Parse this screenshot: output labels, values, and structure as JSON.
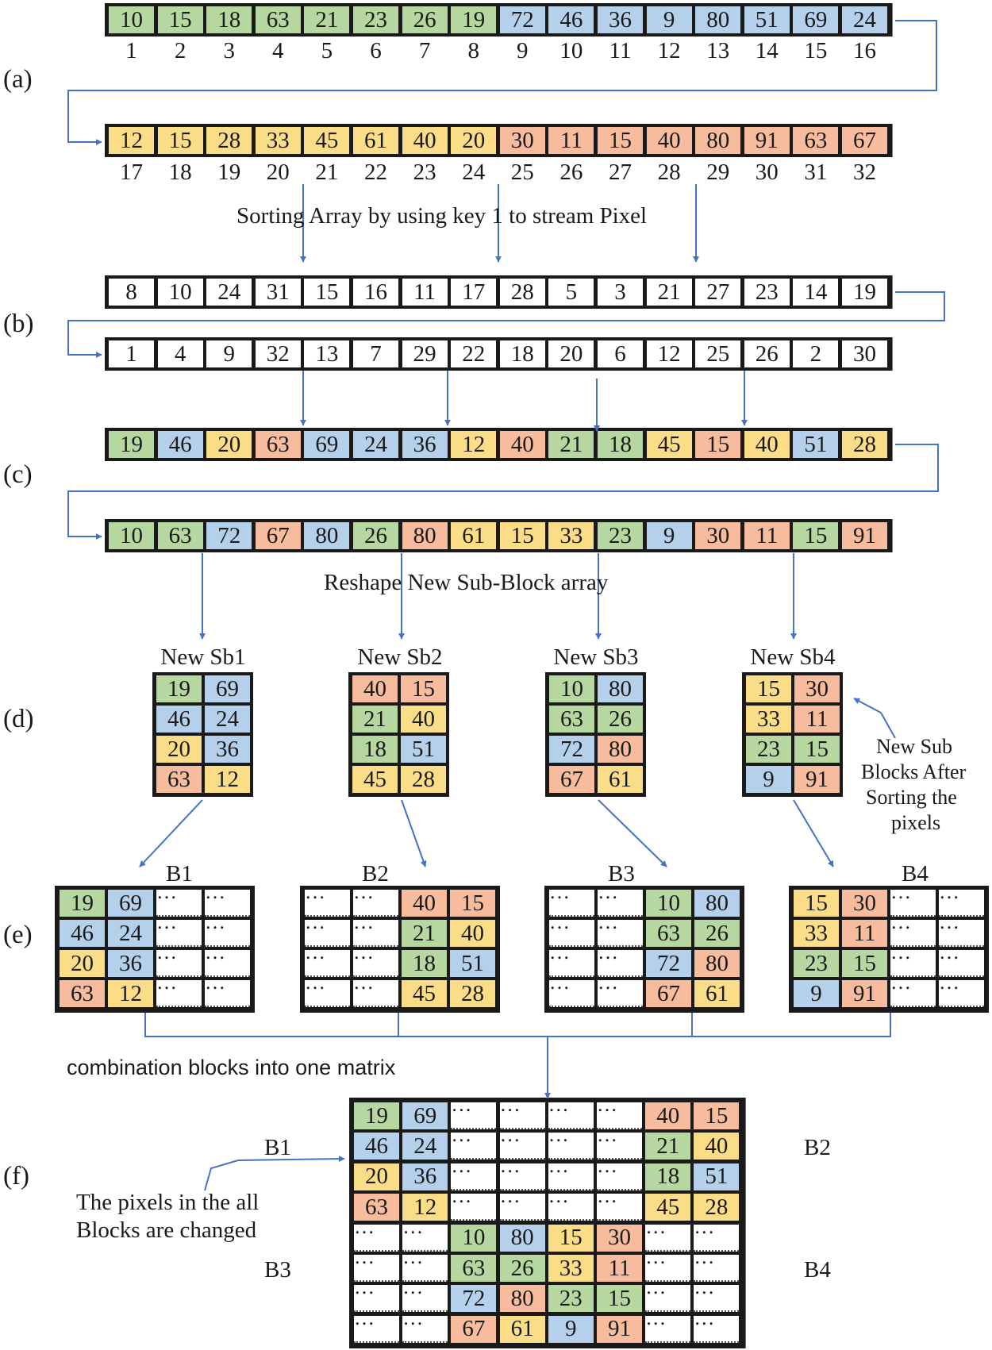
{
  "colors": {
    "green": "#b6d7a0",
    "blue": "#b5d0ea",
    "yellow": "#fbdd88",
    "orange": "#f6bc9d",
    "white": "#ffffff",
    "arrow": "#4472c4",
    "border": "#1a1a1a"
  },
  "parts": {
    "a": "(a)",
    "b": "(b)",
    "c": "(c)",
    "d": "(d)",
    "e": "(e)",
    "f": "(f)"
  },
  "a": {
    "row1": {
      "values": [
        "10",
        "15",
        "18",
        "63",
        "21",
        "23",
        "26",
        "19",
        "72",
        "46",
        "36",
        "9",
        "80",
        "51",
        "69",
        "24"
      ],
      "colors": [
        "g",
        "g",
        "g",
        "g",
        "g",
        "g",
        "g",
        "g",
        "b",
        "b",
        "b",
        "b",
        "b",
        "b",
        "b",
        "b"
      ],
      "indices": [
        "1",
        "2",
        "3",
        "4",
        "5",
        "6",
        "7",
        "8",
        "9",
        "10",
        "11",
        "12",
        "13",
        "14",
        "15",
        "16"
      ]
    },
    "row2": {
      "values": [
        "12",
        "15",
        "28",
        "33",
        "45",
        "61",
        "40",
        "20",
        "30",
        "11",
        "15",
        "40",
        "80",
        "91",
        "63",
        "67"
      ],
      "colors": [
        "y",
        "y",
        "y",
        "y",
        "y",
        "y",
        "y",
        "y",
        "o",
        "o",
        "o",
        "o",
        "o",
        "o",
        "o",
        "o"
      ],
      "indices": [
        "17",
        "18",
        "19",
        "20",
        "21",
        "22",
        "23",
        "24",
        "25",
        "26",
        "27",
        "28",
        "29",
        "30",
        "31",
        "32"
      ]
    }
  },
  "sort_caption": "Sorting Array by using key 1 to stream Pixel",
  "b": {
    "row1": [
      "8",
      "10",
      "24",
      "31",
      "15",
      "16",
      "11",
      "17",
      "28",
      "5",
      "3",
      "21",
      "27",
      "23",
      "14",
      "19"
    ],
    "row2": [
      "1",
      "4",
      "9",
      "32",
      "13",
      "7",
      "29",
      "22",
      "18",
      "20",
      "6",
      "12",
      "25",
      "26",
      "2",
      "30"
    ]
  },
  "c": {
    "row1": {
      "values": [
        "19",
        "46",
        "20",
        "63",
        "69",
        "24",
        "36",
        "12",
        "40",
        "21",
        "18",
        "45",
        "15",
        "40",
        "51",
        "28"
      ],
      "colors": [
        "g",
        "b",
        "y",
        "o",
        "b",
        "b",
        "b",
        "y",
        "o",
        "g",
        "g",
        "y",
        "o",
        "y",
        "b",
        "y"
      ]
    },
    "row2": {
      "values": [
        "10",
        "63",
        "72",
        "67",
        "80",
        "26",
        "80",
        "61",
        "15",
        "33",
        "23",
        "9",
        "30",
        "11",
        "15",
        "91"
      ],
      "colors": [
        "g",
        "g",
        "b",
        "o",
        "b",
        "g",
        "o",
        "y",
        "y",
        "y",
        "g",
        "b",
        "o",
        "o",
        "g",
        "o"
      ]
    }
  },
  "reshape_caption": "Reshape New Sub-Block array",
  "d": {
    "blocks": [
      {
        "title": "New Sb1",
        "values": [
          "19",
          "69",
          "46",
          "24",
          "20",
          "36",
          "63",
          "12"
        ],
        "colors": [
          "g",
          "b",
          "b",
          "b",
          "y",
          "b",
          "o",
          "y"
        ]
      },
      {
        "title": "New Sb2",
        "values": [
          "40",
          "15",
          "21",
          "40",
          "18",
          "51",
          "45",
          "28"
        ],
        "colors": [
          "o",
          "o",
          "g",
          "y",
          "g",
          "b",
          "y",
          "y"
        ]
      },
      {
        "title": "New Sb3",
        "values": [
          "10",
          "80",
          "63",
          "26",
          "72",
          "80",
          "67",
          "61"
        ],
        "colors": [
          "g",
          "b",
          "g",
          "g",
          "b",
          "o",
          "o",
          "y"
        ]
      },
      {
        "title": "New Sb4",
        "values": [
          "15",
          "30",
          "33",
          "11",
          "23",
          "15",
          "9",
          "91"
        ],
        "colors": [
          "y",
          "o",
          "y",
          "o",
          "g",
          "g",
          "b",
          "o"
        ]
      }
    ],
    "note": [
      "New Sub",
      "Blocks After",
      "Sorting the",
      "pixels"
    ]
  },
  "e": {
    "titles": [
      "B1",
      "B2",
      "B3",
      "B4"
    ],
    "dots": "…  …"
  },
  "combine_caption": "combination blocks into one matrix",
  "f": {
    "labels": {
      "b1": "B1",
      "b2": "B2",
      "b3": "B3",
      "b4": "B4"
    },
    "note": [
      "The pixels in the all",
      "Blocks are changed"
    ]
  }
}
